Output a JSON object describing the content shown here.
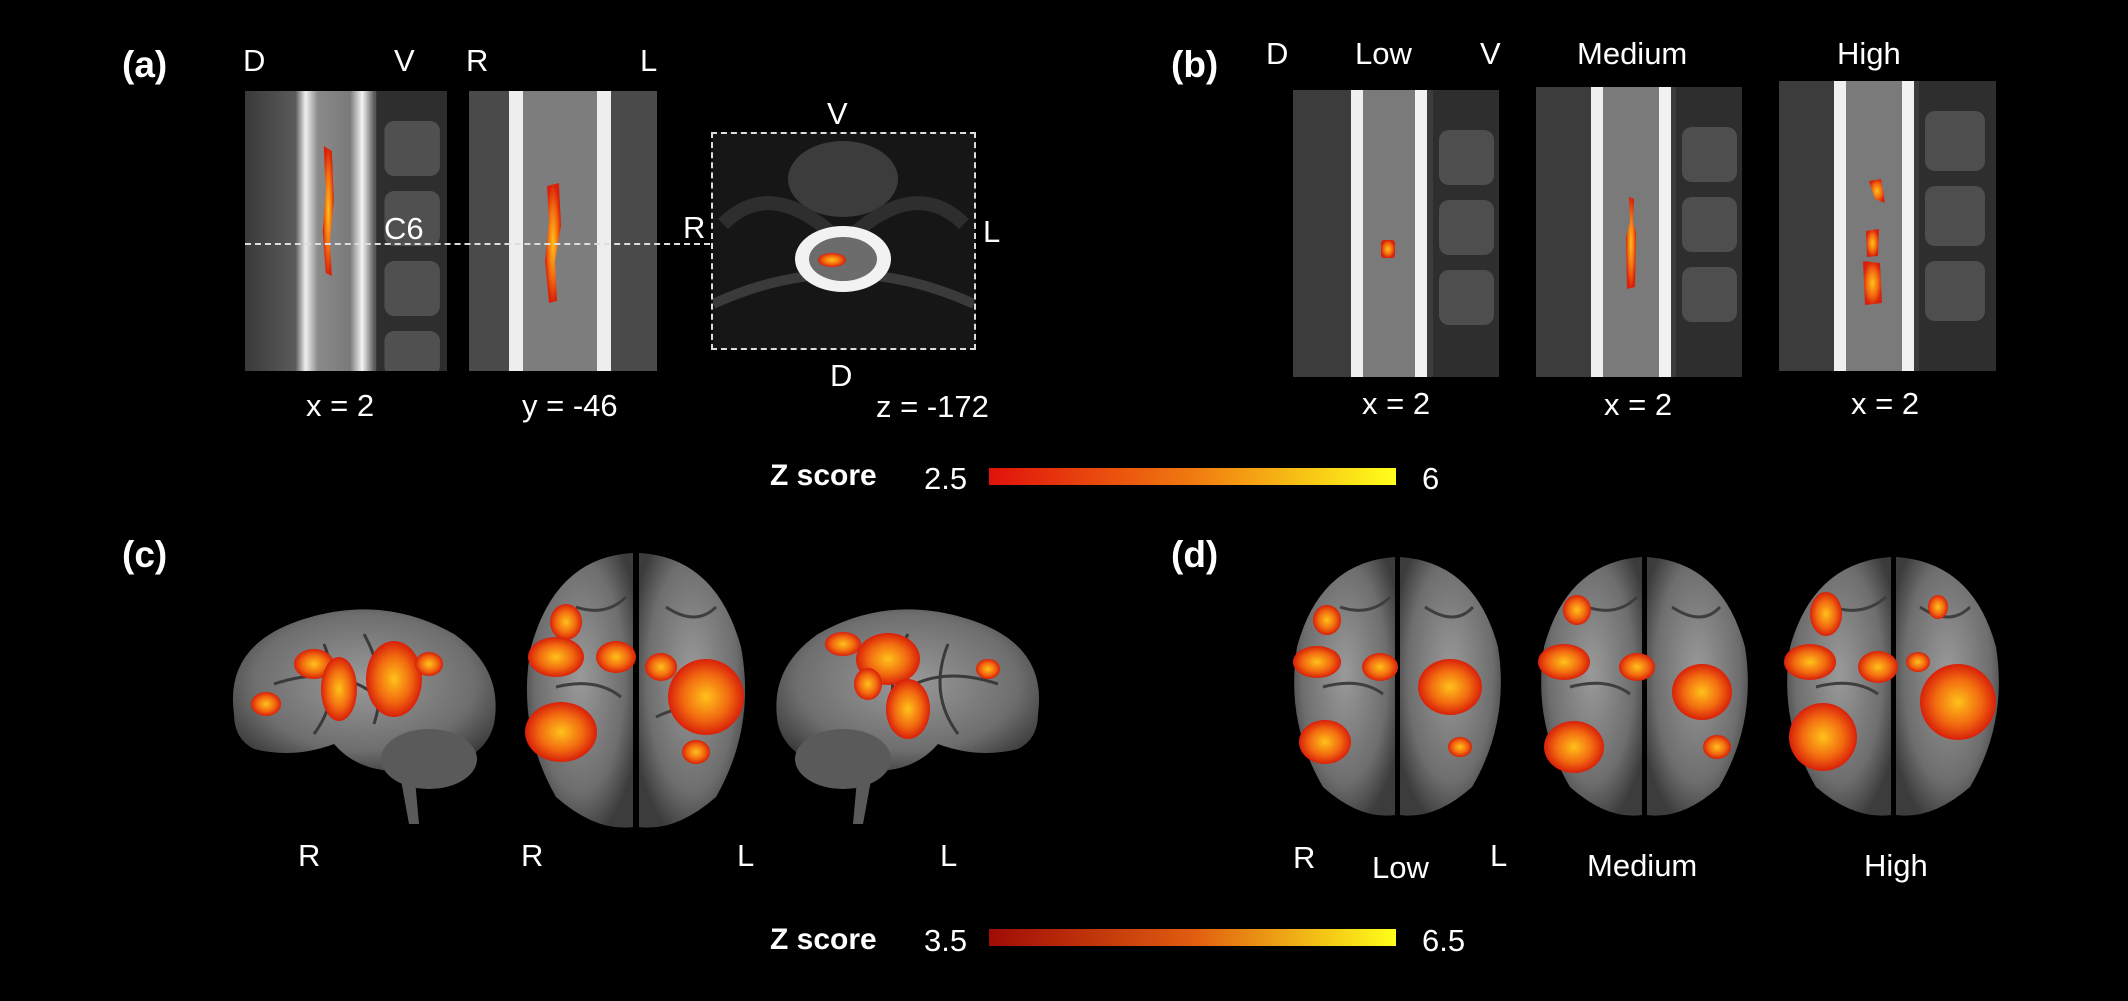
{
  "panels": {
    "a": "(a)",
    "b": "(b)",
    "c": "(c)",
    "d": "(d)"
  },
  "panel_a": {
    "orient": {
      "d_left": "D",
      "v_left": "V",
      "r_mid": "R",
      "l_mid": "L",
      "v_axial": "V",
      "r_axial": "R",
      "l_axial": "L",
      "d_axial": "D"
    },
    "level": "C6",
    "coords": {
      "x": "x = 2",
      "y": "y = -46",
      "z": "z = -172"
    }
  },
  "panel_b": {
    "orient": {
      "d": "D",
      "v": "V"
    },
    "conditions": [
      "Low",
      "Medium",
      "High"
    ],
    "coords": [
      "x = 2",
      "x = 2",
      "x = 2"
    ]
  },
  "colorbar_top": {
    "label": "Z score",
    "min": "2.5",
    "max": "6",
    "colors": [
      "#e0120b",
      "#f07a10",
      "#ffff1a"
    ]
  },
  "panel_c": {
    "labels": [
      "R",
      "R",
      "L",
      "L"
    ]
  },
  "panel_d": {
    "r": "R",
    "l": "L",
    "conditions": [
      "Low",
      "Medium",
      "High"
    ]
  },
  "colorbar_bottom": {
    "label": "Z score",
    "min": "3.5",
    "max": "6.5",
    "colors": [
      "#a00c05",
      "#e05c10",
      "#ffff1a"
    ]
  }
}
